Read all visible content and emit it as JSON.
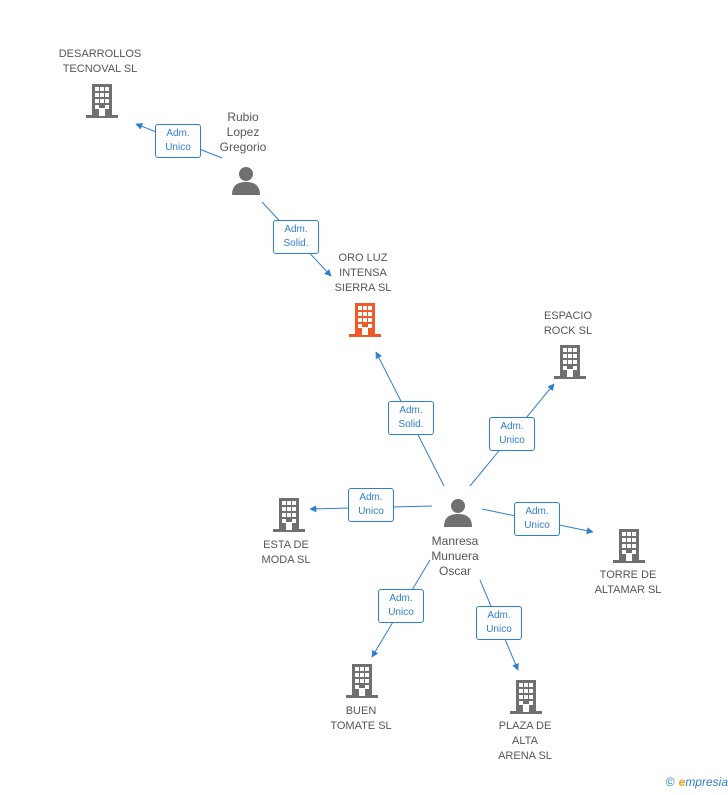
{
  "colors": {
    "edge": "#2f7fd1",
    "building": "#707070",
    "building_highlight": "#f05a28",
    "person": "#707070",
    "text": "#555555"
  },
  "nodes": {
    "desarrollos": {
      "label": "DESARROLLOS\nTECNOVAL SL",
      "kind": "company"
    },
    "rubio": {
      "label": "Rubio\nLopez\nGregorio",
      "kind": "person"
    },
    "oroluz": {
      "label": "ORO LUZ\nINTENSA\nSIERRA SL",
      "kind": "company-highlight"
    },
    "espacio": {
      "label": "ESPACIO\nROCK SL",
      "kind": "company"
    },
    "manresa": {
      "label": "Manresa\nMunuera\nOscar",
      "kind": "person"
    },
    "esta": {
      "label": "ESTA DE\nMODA SL",
      "kind": "company"
    },
    "torre": {
      "label": "TORRE DE\nALTAMAR SL",
      "kind": "company"
    },
    "buen": {
      "label": "BUEN\nTOMATE SL",
      "kind": "company"
    },
    "plaza": {
      "label": "PLAZA DE\nALTA\nARENA SL",
      "kind": "company"
    }
  },
  "edges": {
    "rubio_desarrollos": "Adm.\nUnico",
    "rubio_oroluz": "Adm.\nSolid.",
    "manresa_oroluz": "Adm.\nSolid.",
    "manresa_espacio": "Adm.\nUnico",
    "manresa_esta": "Adm.\nUnico",
    "manresa_torre": "Adm.\nUnico",
    "manresa_buen": "Adm.\nUnico",
    "manresa_plaza": "Adm.\nUnico"
  },
  "footer": {
    "copyright": "©",
    "brand_first": "e",
    "brand_rest": "mpresia"
  }
}
